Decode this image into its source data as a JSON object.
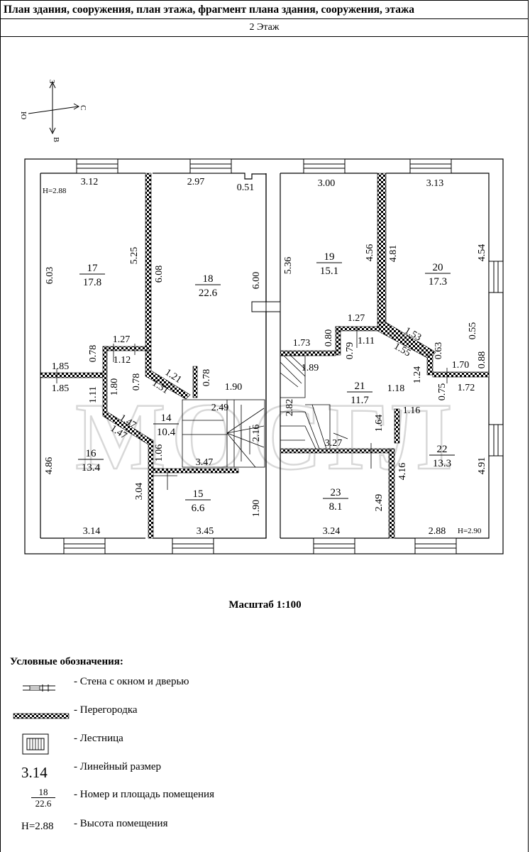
{
  "header": {
    "title": "План здания, сооружения, план этажа, фрагмент плана здания, сооружения, этажа",
    "subtitle": "2 Этаж"
  },
  "compass": {
    "n": "З",
    "e": "С",
    "s": "В",
    "w": "Ю"
  },
  "rooms": [
    {
      "id": "17",
      "num": "17",
      "area": "17.8"
    },
    {
      "id": "18",
      "num": "18",
      "area": "22.6"
    },
    {
      "id": "19",
      "num": "19",
      "area": "15.1"
    },
    {
      "id": "20",
      "num": "20",
      "area": "17.3"
    },
    {
      "id": "21",
      "num": "21",
      "area": "11.7"
    },
    {
      "id": "14",
      "num": "14",
      "area": "10.4"
    },
    {
      "id": "16",
      "num": "16",
      "area": "13.4"
    },
    {
      "id": "15",
      "num": "15",
      "area": "6.6"
    },
    {
      "id": "23",
      "num": "23",
      "area": "8.1"
    },
    {
      "id": "22",
      "num": "22",
      "area": "13.3"
    }
  ],
  "heights": {
    "room17": "H=2.88",
    "room22": "H=2.90"
  },
  "dimensions": {
    "d1": "3.12",
    "d2": "2.97",
    "d3": "0.51",
    "d4": "3.00",
    "d5": "3.13",
    "d6": "6.03",
    "d7": "5.25",
    "d8": "6.08",
    "d9": "6.00",
    "d10": "5.36",
    "d11": "4.56",
    "d12": "4.81",
    "d13": "4.54",
    "d14": "1.27",
    "d15": "1.12",
    "d16": "1.27",
    "d17": "1.11",
    "d18": "1.73",
    "d19": "0.80",
    "d20": "0.79",
    "d21": "1.53",
    "d22": "1.55",
    "d23": "0.55",
    "d24": "0.63",
    "d25": "0.88",
    "d26": "1.85",
    "d27": "0.78",
    "d28": "1.85",
    "d29": "1.11",
    "d30": "1.80",
    "d31": "0.78",
    "d32": "1.21",
    "d33": "1.31",
    "d34": "0.78",
    "d35": "1.90",
    "d36": "2.49",
    "d37": "1.89",
    "d38": "1.24",
    "d39": "1.18",
    "d40": "0.75",
    "d41": "1.70",
    "d42": "1.72",
    "d43": "1.47",
    "d44": "1.47",
    "d45": "2.82",
    "d46": "2.16",
    "d47": "1.16",
    "d48": "1.64",
    "d49": "4.86",
    "d50": "1.06",
    "d51": "3.47",
    "d52": "3.27",
    "d53": "4.91",
    "d54": "4.16",
    "d55": "3.04",
    "d56": "1.90",
    "d57": "2.49",
    "d58": "3.14",
    "d59": "3.45",
    "d60": "3.24",
    "d61": "2.88"
  },
  "watermark": "МОСГЛ",
  "scale": "Масштаб 1:100",
  "legend": {
    "title": "Условные обозначения:",
    "items": [
      {
        "label": "- Стена с окном и дверью"
      },
      {
        "label": "- Перегородка"
      },
      {
        "label": "- Лестница"
      },
      {
        "label": "- Линейный размер",
        "sample": "3.14"
      },
      {
        "label": "- Номер и площадь помещения",
        "sample_num": "18",
        "sample_area": "22.6"
      },
      {
        "label": "- Высота помещения",
        "sample": "H=2.88"
      }
    ]
  }
}
